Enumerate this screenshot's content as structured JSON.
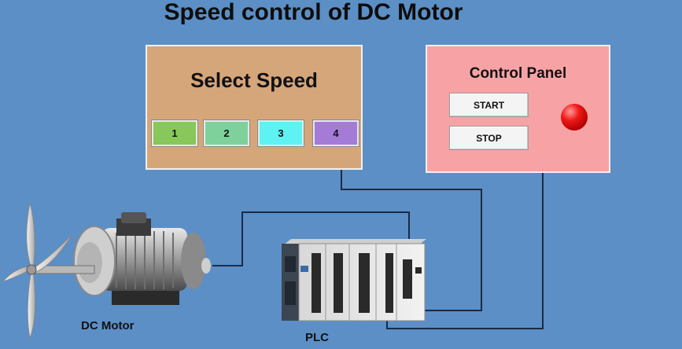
{
  "title": "Speed control of DC Motor",
  "select_speed": {
    "title": "Select Speed",
    "buttons": [
      {
        "label": "1",
        "color": "#88c85a"
      },
      {
        "label": "2",
        "color": "#7fd19c"
      },
      {
        "label": "3",
        "color": "#5ff2f2"
      },
      {
        "label": "4",
        "color": "#a57bd8"
      }
    ]
  },
  "control_panel": {
    "title": "Control Panel",
    "start_label": "START",
    "stop_label": "STOP",
    "lamp_color": "#e01010"
  },
  "labels": {
    "motor": "DC Motor",
    "plc": "PLC"
  },
  "colors": {
    "background": "#5b8fc6",
    "wire": "#1a2a44",
    "speed_panel": "#d6a67b",
    "control_panel": "#f7a3a6"
  }
}
